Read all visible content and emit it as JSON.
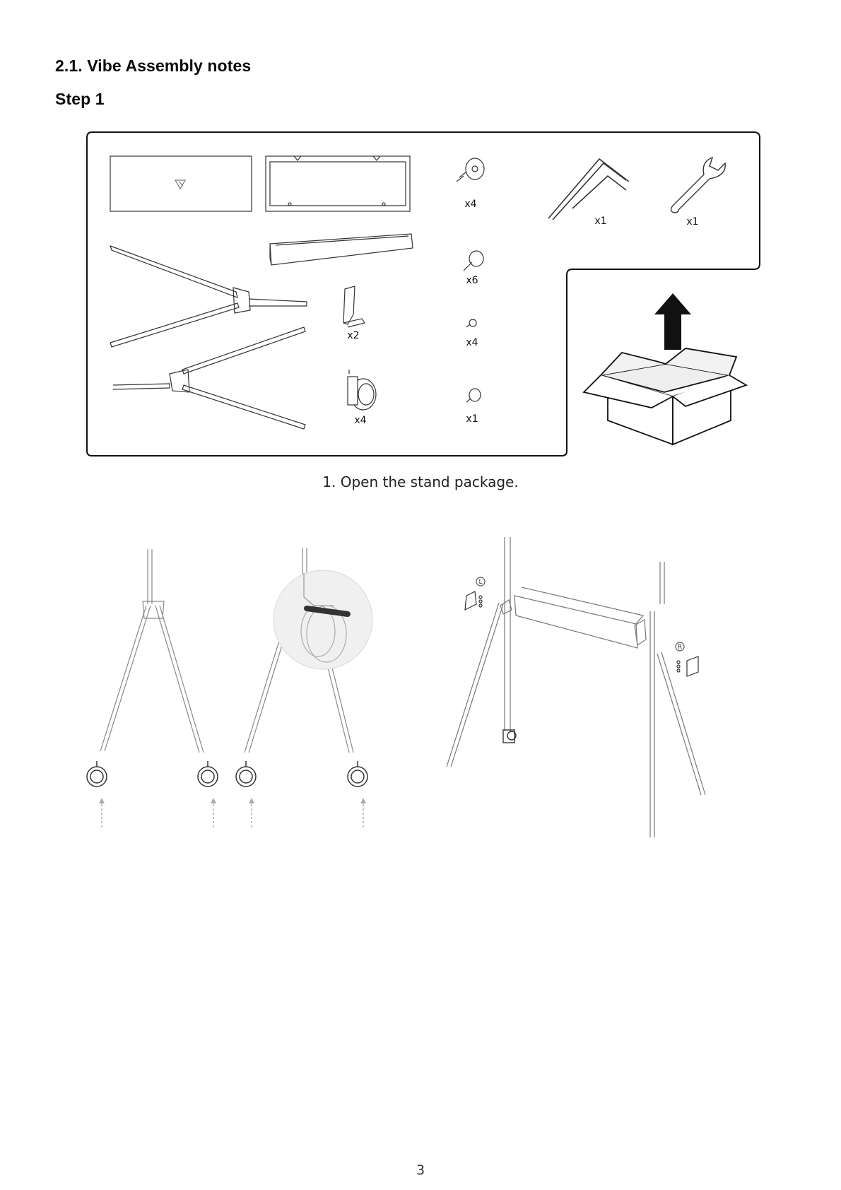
{
  "section_title": "2.1. Vibe Assembly notes",
  "step_title": "Step 1",
  "parts": {
    "screw_large_qty": "x4",
    "hex_keys_qty": "x1",
    "wrench_qty": "x1",
    "screw_medium_qty": "x6",
    "foot_bracket_qty": "x2",
    "screw_small_qty": "x4",
    "caster_qty": "x4",
    "screw_single_qty": "x1"
  },
  "caption": "1. Open the stand package.",
  "side_markers": {
    "left": "L",
    "right": "R"
  },
  "page_number": "3"
}
